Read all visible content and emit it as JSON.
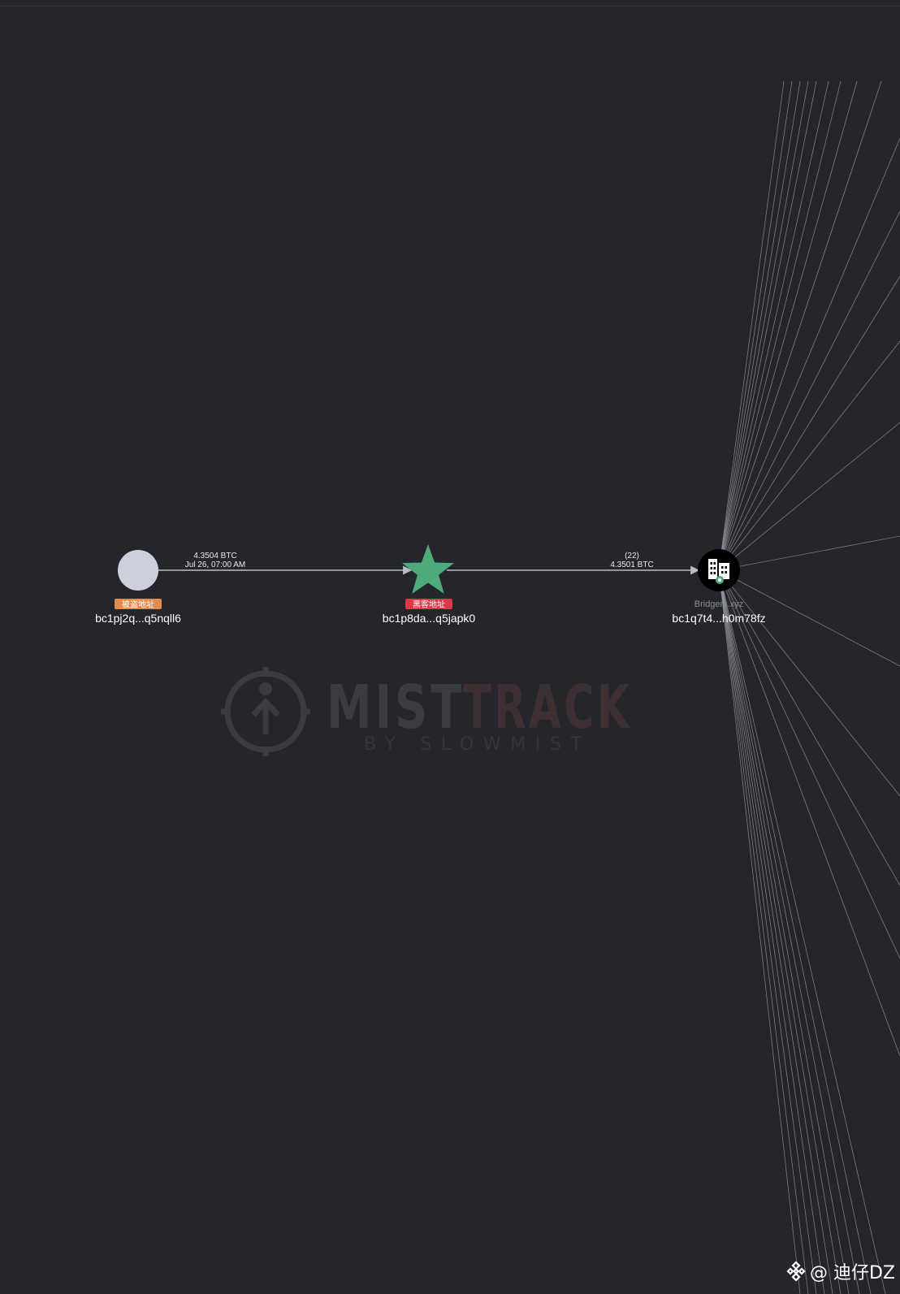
{
  "watermark": {
    "brand_left": "MIST",
    "brand_right": "TRACK",
    "tagline": "BY SLOWMIST"
  },
  "nodes": [
    {
      "id": "victim",
      "shape": "circle",
      "color": "#cbd0dc",
      "tag": "被盗地址",
      "tag_color": "#e38a4e",
      "address": "bc1pj2q...q5nqll6",
      "entity": ""
    },
    {
      "id": "hacker",
      "shape": "star",
      "color": "#4daa7a",
      "tag": "黑客地址",
      "tag_color": "#d93a45",
      "address": "bc1p8da...q5japk0",
      "entity": ""
    },
    {
      "id": "bridgers",
      "shape": "entity",
      "color": "#000000",
      "icon": "building-icon",
      "tag": "",
      "tag_color": "",
      "address": "bc1q7t4...h0m78fz",
      "entity": "Bridgers.xyz"
    }
  ],
  "edges": [
    {
      "from": "victim",
      "to": "hacker",
      "line1": "4.3504 BTC",
      "line2": "Jul 26, 07:00 AM"
    },
    {
      "from": "hacker",
      "to": "bridgers",
      "line1": "(22)",
      "line2": "4.3501 BTC"
    }
  ],
  "fan_out": {
    "from": "bridgers",
    "count": 30,
    "color": "#9a9ba1"
  },
  "credit": {
    "icon": "binance-diamond-icon",
    "text": "@ 迪仔DZ"
  }
}
